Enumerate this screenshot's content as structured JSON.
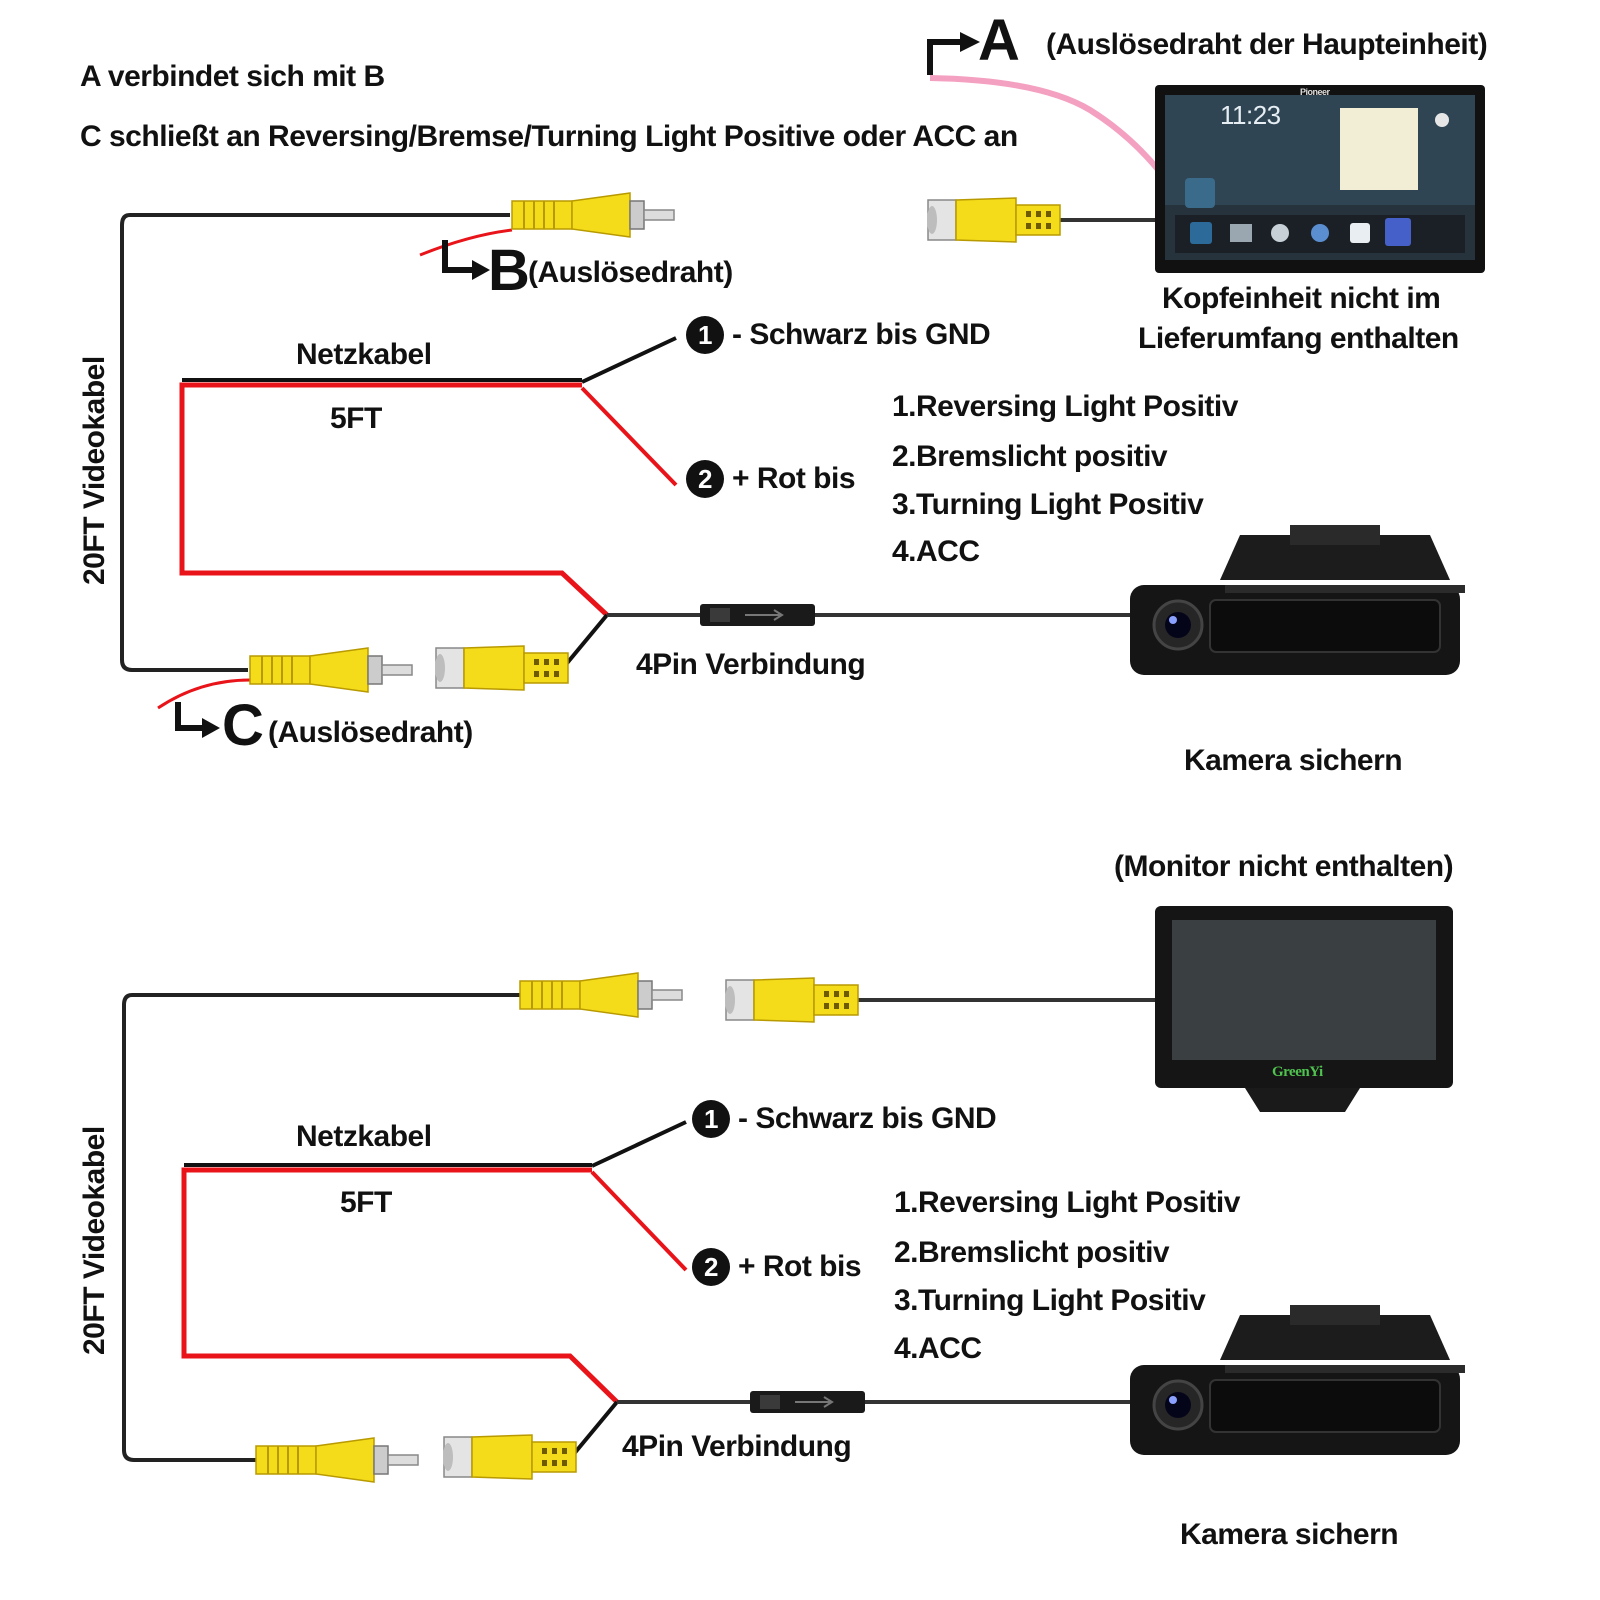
{
  "colors": {
    "red_wire": "#e8141a",
    "black_wire": "#222222",
    "pink_wire": "#f4a0c0",
    "rca_yellow": "#f5dc1a"
  },
  "top": {
    "line1": "A verbindet sich mit B",
    "line2": "C schließt an Reversing/Bremse/Turning Light Positive oder ACC an",
    "a_letter": "A",
    "a_text": "(Auslösedraht der Haupteinheit)",
    "b_letter": "B",
    "b_text": "(Auslösedraht)",
    "c_letter": "C",
    "c_text": "(Auslösedraht)",
    "headunit_line1": "Kopfeinheit nicht im",
    "headunit_line2": "Lieferumfang enthalten",
    "headunit_time": "11:23",
    "headunit_brand": "Pioneer",
    "netzkabel": "Netzkabel",
    "five_ft": "5FT",
    "videokabel": "20FT Videokabel",
    "num1": "1",
    "black_text": "- Schwarz bis GND",
    "num2": "2",
    "red_text": "+ Rot bis",
    "options": [
      "1.Reversing Light Positiv",
      "2.Bremslicht positiv",
      "3.Turning Light Positiv",
      "4.ACC"
    ],
    "four_pin": "4Pin Verbindung",
    "camera": "Kamera sichern"
  },
  "bottom": {
    "monitor_note": "(Monitor nicht enthalten)",
    "monitor_brand": "GreenYi",
    "netzkabel": "Netzkabel",
    "five_ft": "5FT",
    "videokabel": "20FT Videokabel",
    "num1": "1",
    "black_text": "- Schwarz bis GND",
    "num2": "2",
    "red_text": "+ Rot bis",
    "options": [
      "1.Reversing Light Positiv",
      "2.Bremslicht positiv",
      "3.Turning Light Positiv",
      "4.ACC"
    ],
    "four_pin": "4Pin Verbindung",
    "camera": "Kamera sichern"
  }
}
